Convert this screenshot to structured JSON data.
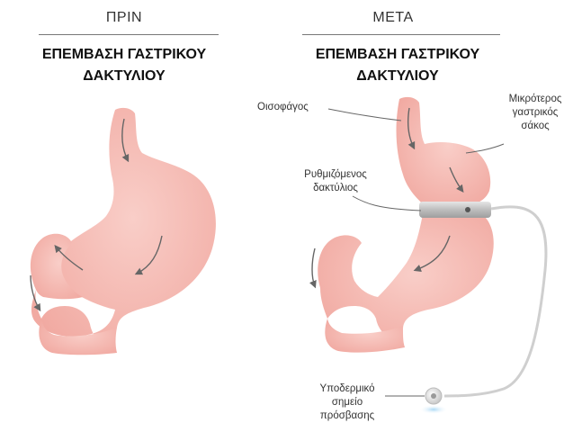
{
  "before": {
    "heading": "ΠΡΙΝ",
    "title_line1": "ΕΠΕΜΒΑΣΗ ΓΑΣΤΡΙΚΟΥ",
    "title_line2": "ΔΑΚΤΥΛΙΟΥ"
  },
  "after": {
    "heading": "ΜΕΤΑ",
    "title_line1": "ΕΠΕΜΒΑΣΗ ΓΑΣΤΡΙΚΟΥ",
    "title_line2": "ΔΑΚΤΥΛΙΟΥ"
  },
  "labels": {
    "esophagus": "Οισοφάγος",
    "small_pouch_1": "Μικρότερος",
    "small_pouch_2": "γαστρικός",
    "small_pouch_3": "σάκος",
    "band_1": "Ρυθμιζόμενος",
    "band_2": "δακτύλιος",
    "port_1": "Υποδερμικό",
    "port_2": "σημείο",
    "port_3": "πρόσβασης"
  },
  "colors": {
    "stomach_fill": "#f6bdb6",
    "stomach_shade": "#ee9f96",
    "arrow": "#666666",
    "band": "#c9c9c9",
    "tube": "#d0d0d0",
    "leader": "#555555"
  }
}
